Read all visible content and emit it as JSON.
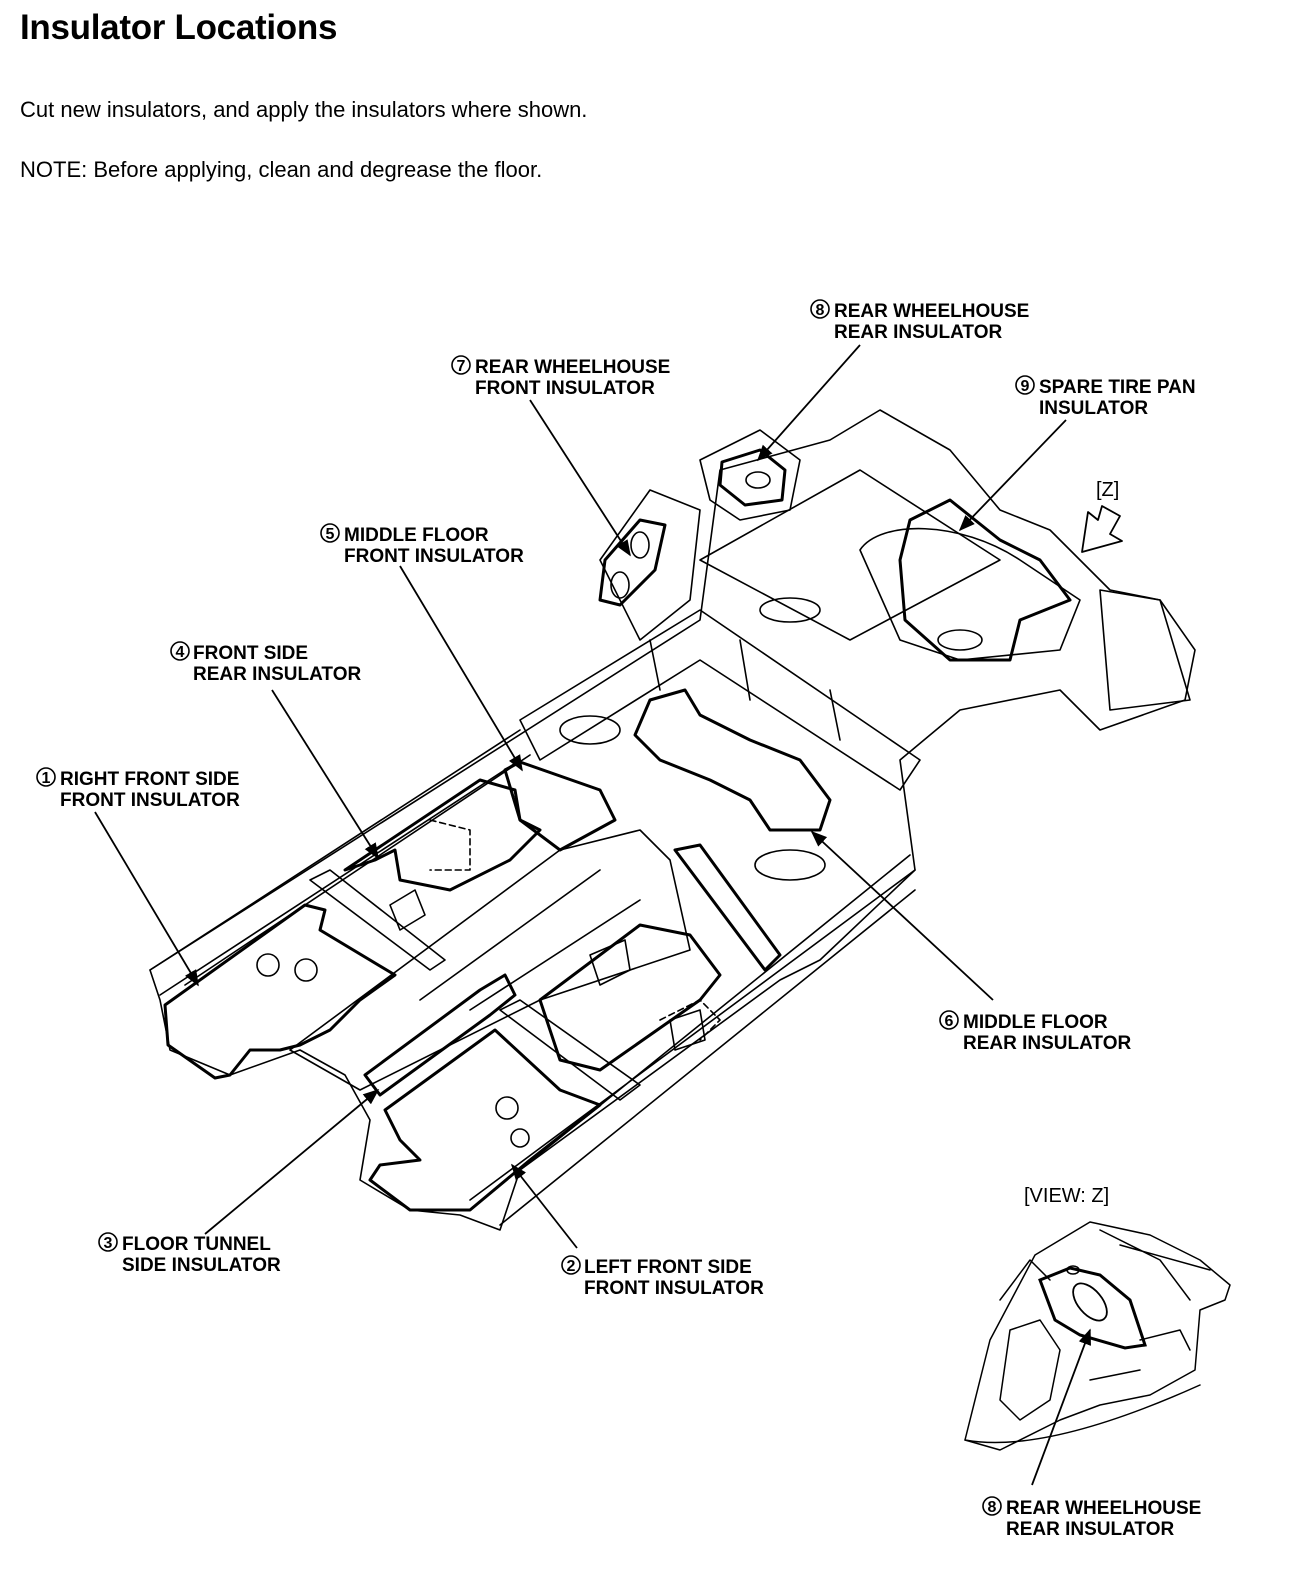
{
  "title": "Insulator Locations",
  "instructions": [
    "Cut new insulators, and apply the insulators where shown.",
    "NOTE: Before applying, clean and degrease the floor."
  ],
  "callouts": [
    {
      "num": "1",
      "line1": "RIGHT FRONT SIDE",
      "line2": "FRONT INSULATOR"
    },
    {
      "num": "2",
      "line1": "LEFT FRONT SIDE",
      "line2": "FRONT INSULATOR"
    },
    {
      "num": "3",
      "line1": "FLOOR TUNNEL",
      "line2": "SIDE INSULATOR"
    },
    {
      "num": "4",
      "line1": "FRONT SIDE",
      "line2": "REAR INSULATOR"
    },
    {
      "num": "5",
      "line1": "MIDDLE FLOOR",
      "line2": "FRONT INSULATOR"
    },
    {
      "num": "6",
      "line1": "MIDDLE FLOOR",
      "line2": "REAR INSULATOR"
    },
    {
      "num": "7",
      "line1": "REAR WHEELHOUSE",
      "line2": "FRONT INSULATOR"
    },
    {
      "num": "8",
      "line1": "REAR WHEELHOUSE",
      "line2": "REAR INSULATOR"
    },
    {
      "num": "9",
      "line1": "SPARE TIRE PAN",
      "line2": "INSULATOR"
    }
  ],
  "view_marker": "[Z]",
  "inset": {
    "title": "[VIEW: Z]",
    "callout": {
      "num": "8",
      "line1": "REAR WHEELHOUSE",
      "line2": "REAR INSULATOR"
    }
  }
}
